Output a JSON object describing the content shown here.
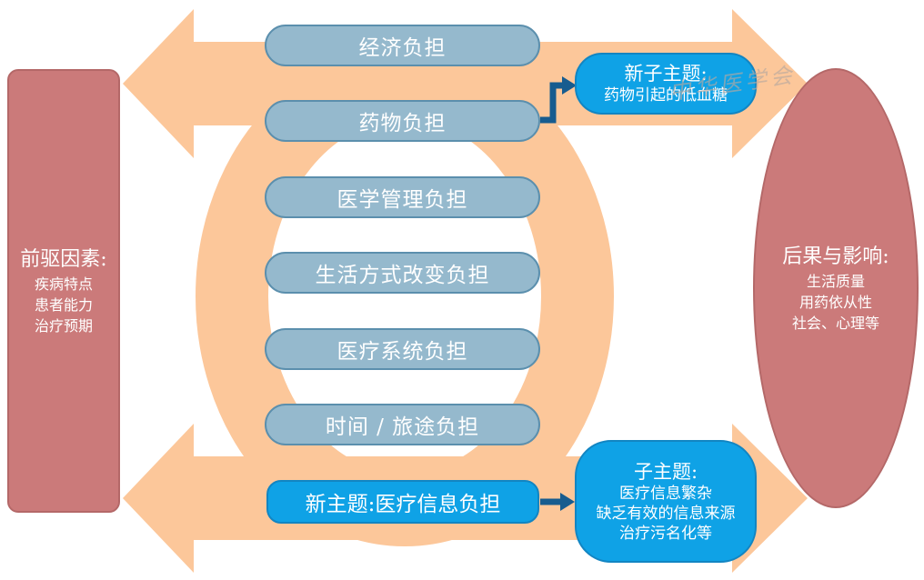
{
  "antecedents": {
    "title": "前驱因素:",
    "items": [
      "疾病特点",
      "患者能力",
      "治疗预期"
    ]
  },
  "burdens": [
    {
      "label": "经济负担"
    },
    {
      "label": "药物负担"
    },
    {
      "label": "医学管理负担"
    },
    {
      "label": "生活方式改变负担"
    },
    {
      "label": "医疗系统负担"
    },
    {
      "label": "时间 / 旅途负担"
    }
  ],
  "new_theme": {
    "label": "新主题:医疗信息负担"
  },
  "new_subtheme": {
    "title": "新子主题:",
    "items": [
      "药物引起的低血糖"
    ]
  },
  "subtheme": {
    "title": "子主题:",
    "items": [
      "医疗信息繁杂",
      "缺乏有效的信息来源",
      "治疗污名化等"
    ]
  },
  "consequences": {
    "title": "后果与影响:",
    "items": [
      "生活质量",
      "用药依从性",
      "社会、心理等"
    ]
  },
  "watermark": "中华医学会",
  "colors": {
    "arrow_fill": "#fcc79a",
    "pill_fill": "#95b9cd",
    "highlight_fill": "#0fa2e6",
    "box_fill": "#cb7a7a",
    "connector": "#175c8f"
  }
}
